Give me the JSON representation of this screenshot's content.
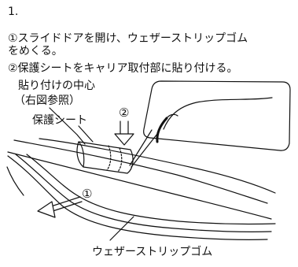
{
  "step_number": "1.",
  "instructions": {
    "step1_line1": "①スライドドアを開け、ウェザーストリップゴム",
    "step1_line2": "をめくる。",
    "step2": "②保護シートをキャリア取付部に貼り付ける。"
  },
  "labels": {
    "center_line1": "貼り付けの中心",
    "center_line2": "（右図参照）",
    "protective_sheet": "保護シート",
    "weatherstrip": "ウェザーストリップゴム"
  },
  "markers": {
    "one": "①",
    "two": "②"
  },
  "colors": {
    "line": "#111111",
    "background": "#ffffff"
  }
}
